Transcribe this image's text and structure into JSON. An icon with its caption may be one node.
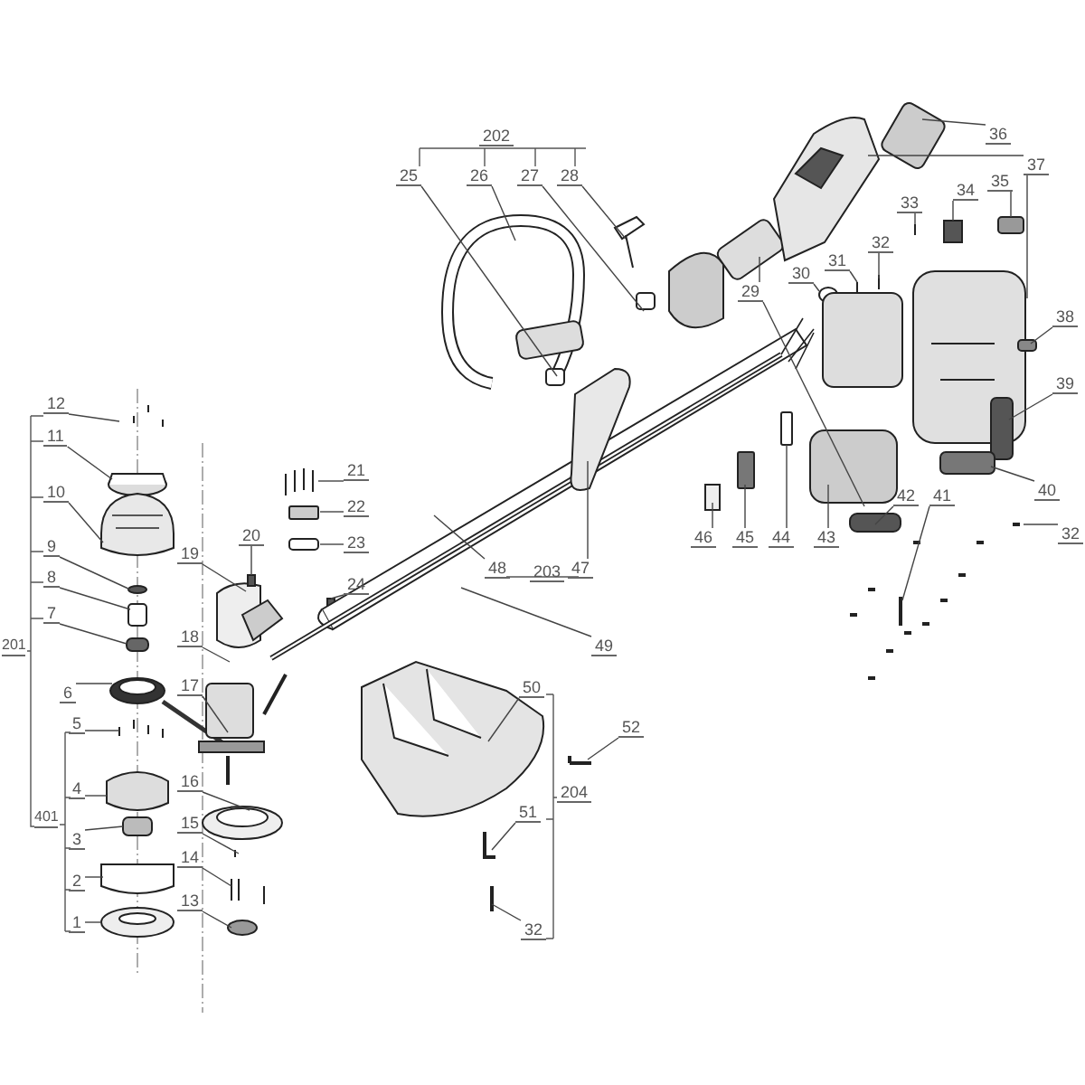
{
  "diagram": {
    "nodes": [
      {
        "text": [
          "1"
        ]
      },
      {
        "text": [
          "2"
        ]
      },
      {
        "text": [
          "3"
        ]
      },
      {
        "text": [
          "4"
        ]
      },
      {
        "text": [
          "5"
        ]
      },
      {
        "text": [
          "6"
        ]
      },
      {
        "text": [
          "7"
        ]
      },
      {
        "text": [
          "8"
        ]
      },
      {
        "text": [
          "9"
        ]
      },
      {
        "text": [
          "10"
        ]
      },
      {
        "text": [
          "11"
        ]
      },
      {
        "text": [
          "12"
        ]
      },
      {
        "text": [
          "13"
        ]
      },
      {
        "text": [
          "14"
        ]
      },
      {
        "text": [
          "15"
        ]
      },
      {
        "text": [
          "16"
        ]
      },
      {
        "text": [
          "17"
        ]
      },
      {
        "text": [
          "18"
        ]
      },
      {
        "text": [
          "19"
        ]
      },
      {
        "text": [
          "20"
        ]
      },
      {
        "text": [
          "21"
        ]
      },
      {
        "text": [
          "22"
        ]
      },
      {
        "text": [
          "23"
        ]
      },
      {
        "text": [
          "24"
        ]
      },
      {
        "text": [
          "25"
        ]
      },
      {
        "text": [
          "26"
        ]
      },
      {
        "text": [
          "27"
        ]
      },
      {
        "text": [
          "28"
        ]
      },
      {
        "text": [
          "29"
        ]
      },
      {
        "text": [
          "30"
        ]
      },
      {
        "text": [
          "31"
        ]
      },
      {
        "text": [
          "32"
        ]
      },
      {
        "text": [
          "33"
        ]
      },
      {
        "text": [
          "34"
        ]
      },
      {
        "text": [
          "35"
        ]
      },
      {
        "text": [
          "36"
        ]
      },
      {
        "text": [
          "37"
        ]
      },
      {
        "text": [
          "38"
        ]
      },
      {
        "text": [
          "39"
        ]
      },
      {
        "text": [
          "40"
        ]
      },
      {
        "text": [
          "41"
        ]
      },
      {
        "text": [
          "42"
        ]
      },
      {
        "text": [
          "43"
        ]
      },
      {
        "text": [
          "44"
        ]
      },
      {
        "text": [
          "45"
        ]
      },
      {
        "text": [
          "46"
        ]
      },
      {
        "text": [
          "47"
        ]
      },
      {
        "text": [
          "48"
        ]
      },
      {
        "text": [
          "49"
        ]
      },
      {
        "text": [
          "50"
        ]
      },
      {
        "text": [
          "51"
        ]
      },
      {
        "text": [
          "52"
        ]
      },
      {
        "text": [
          "32"
        ]
      },
      {
        "text": [
          "32"
        ]
      }
    ],
    "edges": [
      {
        "from": 0,
        "to": null,
        "arrow": "none"
      },
      {
        "from": 1,
        "to": null,
        "arrow": "none"
      },
      {
        "from": 2,
        "to": null,
        "arrow": "none"
      },
      {
        "from": 3,
        "to": null,
        "arrow": "none"
      },
      {
        "from": 4,
        "to": null,
        "arrow": "none"
      },
      {
        "from": 5,
        "to": null,
        "arrow": "none"
      },
      {
        "from": 6,
        "to": null,
        "arrow": "none"
      },
      {
        "from": 7,
        "to": null,
        "arrow": "none"
      },
      {
        "from": 8,
        "to": null,
        "arrow": "none"
      },
      {
        "from": 9,
        "to": null,
        "arrow": "none"
      },
      {
        "from": 10,
        "to": null,
        "arrow": "none"
      },
      {
        "from": 11,
        "to": null,
        "arrow": "none"
      },
      {
        "from": 12,
        "to": null,
        "arrow": "none"
      },
      {
        "from": 13,
        "to": null,
        "arrow": "none"
      },
      {
        "from": 14,
        "to": null,
        "arrow": "none"
      },
      {
        "from": 15,
        "to": null,
        "arrow": "none"
      },
      {
        "from": 16,
        "to": null,
        "arrow": "none"
      },
      {
        "from": 17,
        "to": null,
        "arrow": "none"
      },
      {
        "from": 18,
        "to": null,
        "arrow": "none"
      },
      {
        "from": 19,
        "to": null,
        "arrow": "none"
      },
      {
        "from": 20,
        "to": null,
        "arrow": "none"
      },
      {
        "from": 21,
        "to": null,
        "arrow": "none"
      },
      {
        "from": 22,
        "to": null,
        "arrow": "none"
      },
      {
        "from": 23,
        "to": null,
        "arrow": "none"
      },
      {
        "from": 24,
        "to": null,
        "arrow": "none"
      },
      {
        "from": 25,
        "to": null,
        "arrow": "none"
      },
      {
        "from": 26,
        "to": null,
        "arrow": "none"
      },
      {
        "from": 27,
        "to": null,
        "arrow": "none"
      },
      {
        "from": 28,
        "to": null,
        "arrow": "none"
      },
      {
        "from": 29,
        "to": null,
        "arrow": "none"
      },
      {
        "from": 30,
        "to": null,
        "arrow": "none"
      },
      {
        "from": 31,
        "to": null,
        "arrow": "none"
      },
      {
        "from": 32,
        "to": null,
        "arrow": "none"
      },
      {
        "from": 33,
        "to": null,
        "arrow": "none"
      },
      {
        "from": 34,
        "to": null,
        "arrow": "none"
      },
      {
        "from": 35,
        "to": null,
        "arrow": "none"
      },
      {
        "from": 36,
        "to": null,
        "arrow": "none"
      },
      {
        "from": 37,
        "to": null,
        "arrow": "none"
      },
      {
        "from": 38,
        "to": null,
        "arrow": "none"
      },
      {
        "from": 39,
        "to": null,
        "arrow": "none"
      },
      {
        "from": 40,
        "to": null,
        "arrow": "none"
      },
      {
        "from": 41,
        "to": null,
        "arrow": "none"
      },
      {
        "from": 42,
        "to": null,
        "arrow": "none"
      },
      {
        "from": 43,
        "to": null,
        "arrow": "none"
      },
      {
        "from": 44,
        "to": null,
        "arrow": "none"
      },
      {
        "from": 45,
        "to": null,
        "arrow": "none"
      },
      {
        "from": 46,
        "to": null,
        "arrow": "none"
      },
      {
        "from": 47,
        "to": null,
        "arrow": "none"
      },
      {
        "from": 48,
        "to": null,
        "arrow": "none"
      },
      {
        "from": 49,
        "to": null,
        "arrow": "none"
      },
      {
        "from": 50,
        "to": null,
        "arrow": "none"
      },
      {
        "from": 51,
        "to": null,
        "arrow": "none"
      },
      {
        "from": 52,
        "to": null,
        "arrow": "none"
      },
      {
        "from": 53,
        "to": null,
        "arrow": "none"
      },
      {
        "from": 36,
        "to": null,
        "arrow": "none"
      },
      {
        "from": 28,
        "to": null,
        "arrow": "none"
      }
    ],
    "labels": [
      "202",
      "201",
      "203",
      "204",
      "401"
    ]
  }
}
